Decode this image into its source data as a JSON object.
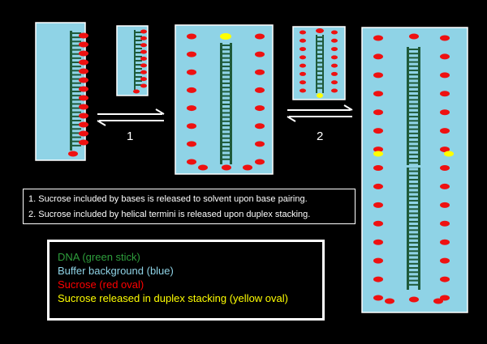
{
  "steps": [
    "1",
    "2"
  ],
  "notes": [
    "1.  Sucrose included by bases is released to solvent upon base pairing.",
    "2.  Sucrose included by helical termini is released upon duplex stacking."
  ],
  "legend": [
    {
      "text": "DNA (green stick)",
      "color": "#2e9e3c"
    },
    {
      "text": "Buffer background (blue)",
      "color": "#8fd3e6"
    },
    {
      "text": "Sucrose (red oval)",
      "color": "#ff0000"
    },
    {
      "text": "Sucrose released in duplex stacking (yellow oval)",
      "color": "#ffff00"
    }
  ],
  "colors": {
    "buffer": "#8fd3e6",
    "dna": "#1f5a3a",
    "sucrose": "#ee1111",
    "released": "#ffff00",
    "arrows": "#ffffff"
  }
}
